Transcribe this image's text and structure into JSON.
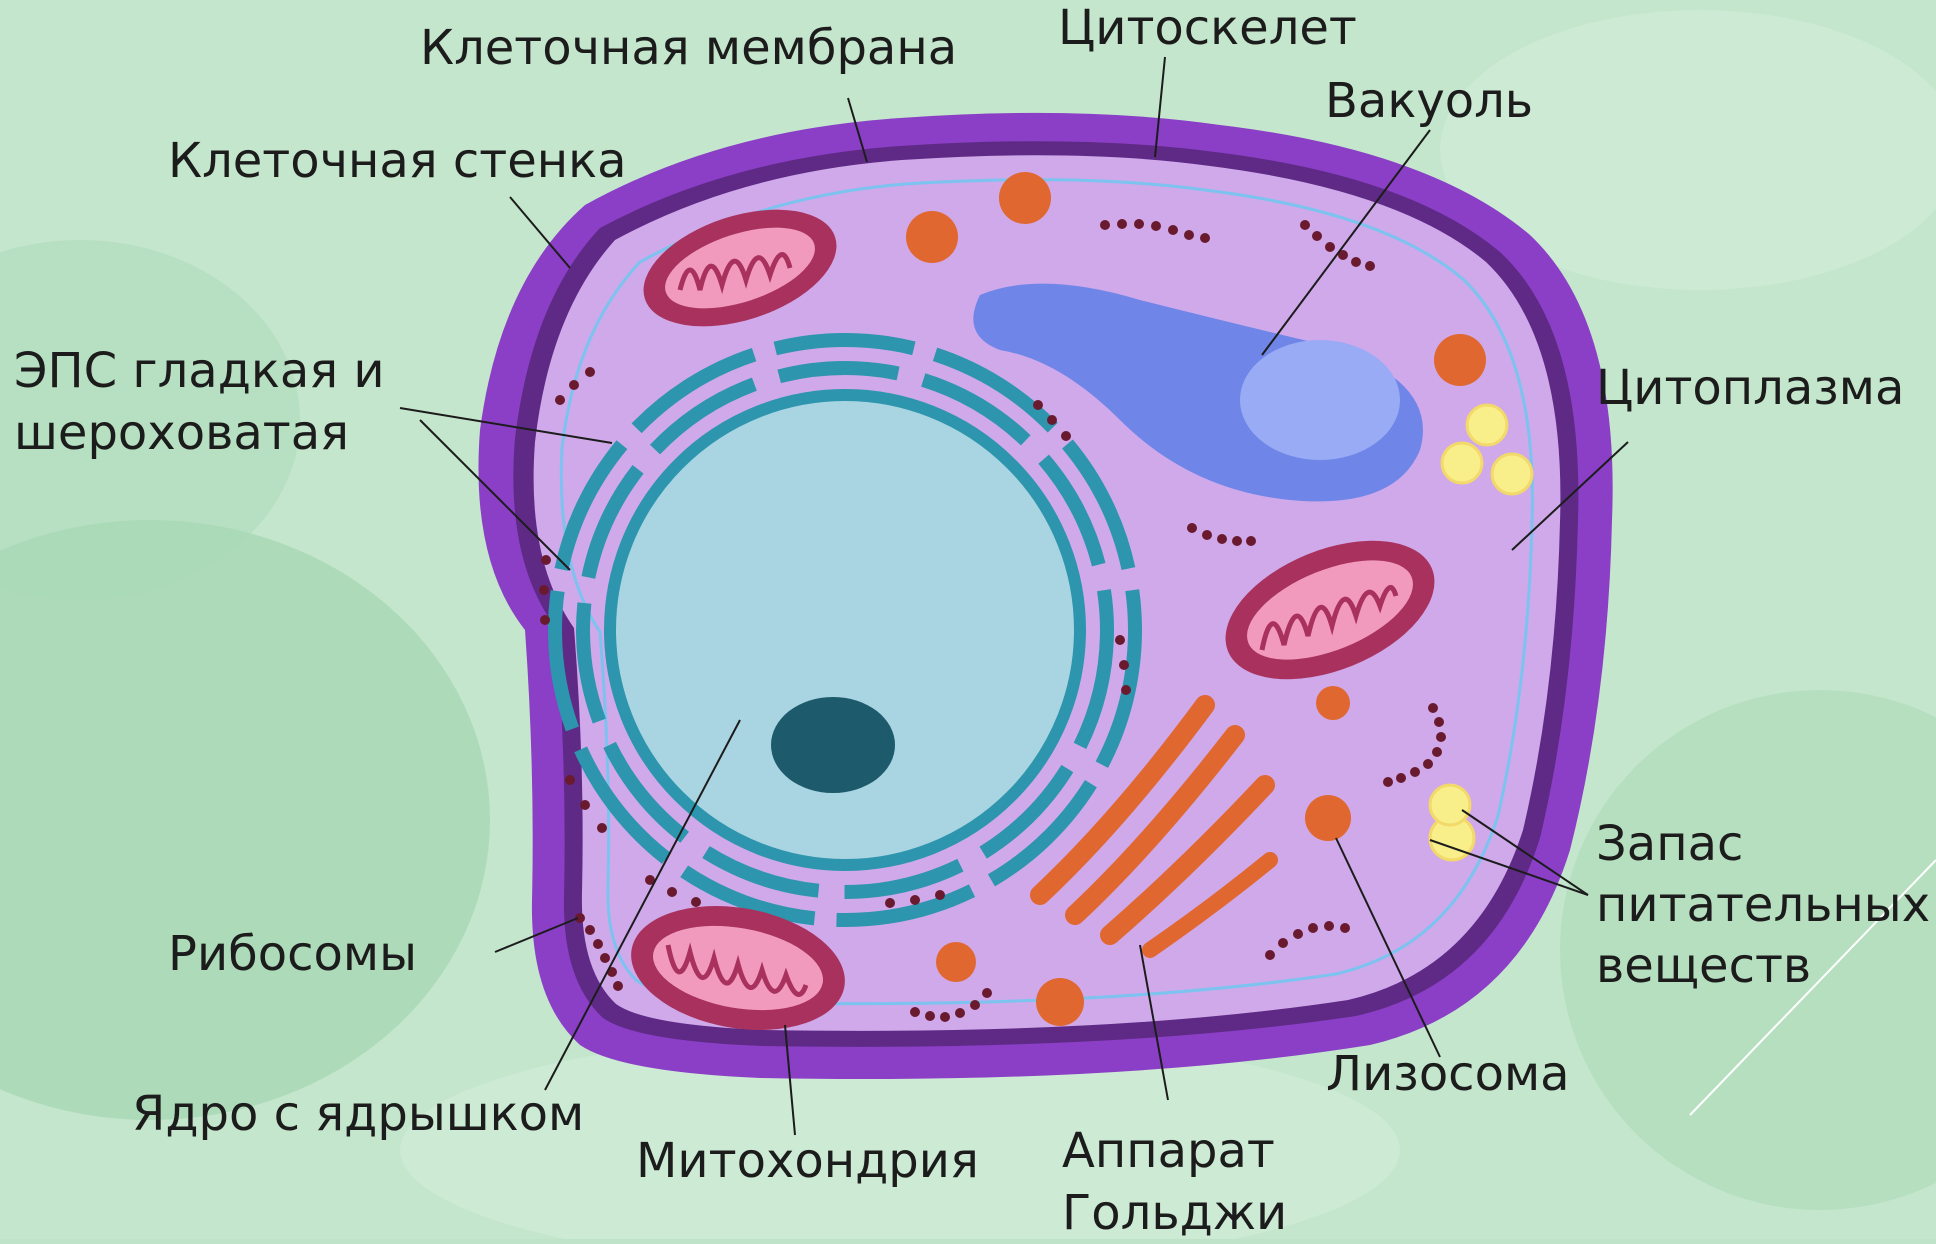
{
  "labels": {
    "cell_membrane": "Клеточная мембрана",
    "cytoskeleton": "Цитоскелет",
    "vacuole": "Вакуоль",
    "cell_wall": "Клеточная стенка",
    "er": "ЭПС гладкая и\nшероховатая",
    "cytoplasm": "Цитоплазма",
    "nutrients": "Запас\nпитательных\nвеществ",
    "ribosomes": "Рибосомы",
    "lysosome": "Лизосома",
    "nucleus": "Ядро с ядрышком",
    "mitochondria": "Митохондрия",
    "golgi": "Аппарат\nГольджи"
  },
  "colors": {
    "background": "#bfe3c9",
    "cell_wall": "#8a3fc6",
    "cytoplasm": "#cfa9ea",
    "nucleus": "#a9d4e2",
    "er": "#2d95ad",
    "nucleolus": "#1d5a6b",
    "vacuole": "#6f86e8",
    "mitochondria_outer": "#a8325d",
    "mitochondria_inner": "#f29abd",
    "golgi": "#e0672f",
    "lysosome": "#e0672f",
    "nutrients": "#f8ef8a",
    "ribosome": "#6a1a2e"
  }
}
